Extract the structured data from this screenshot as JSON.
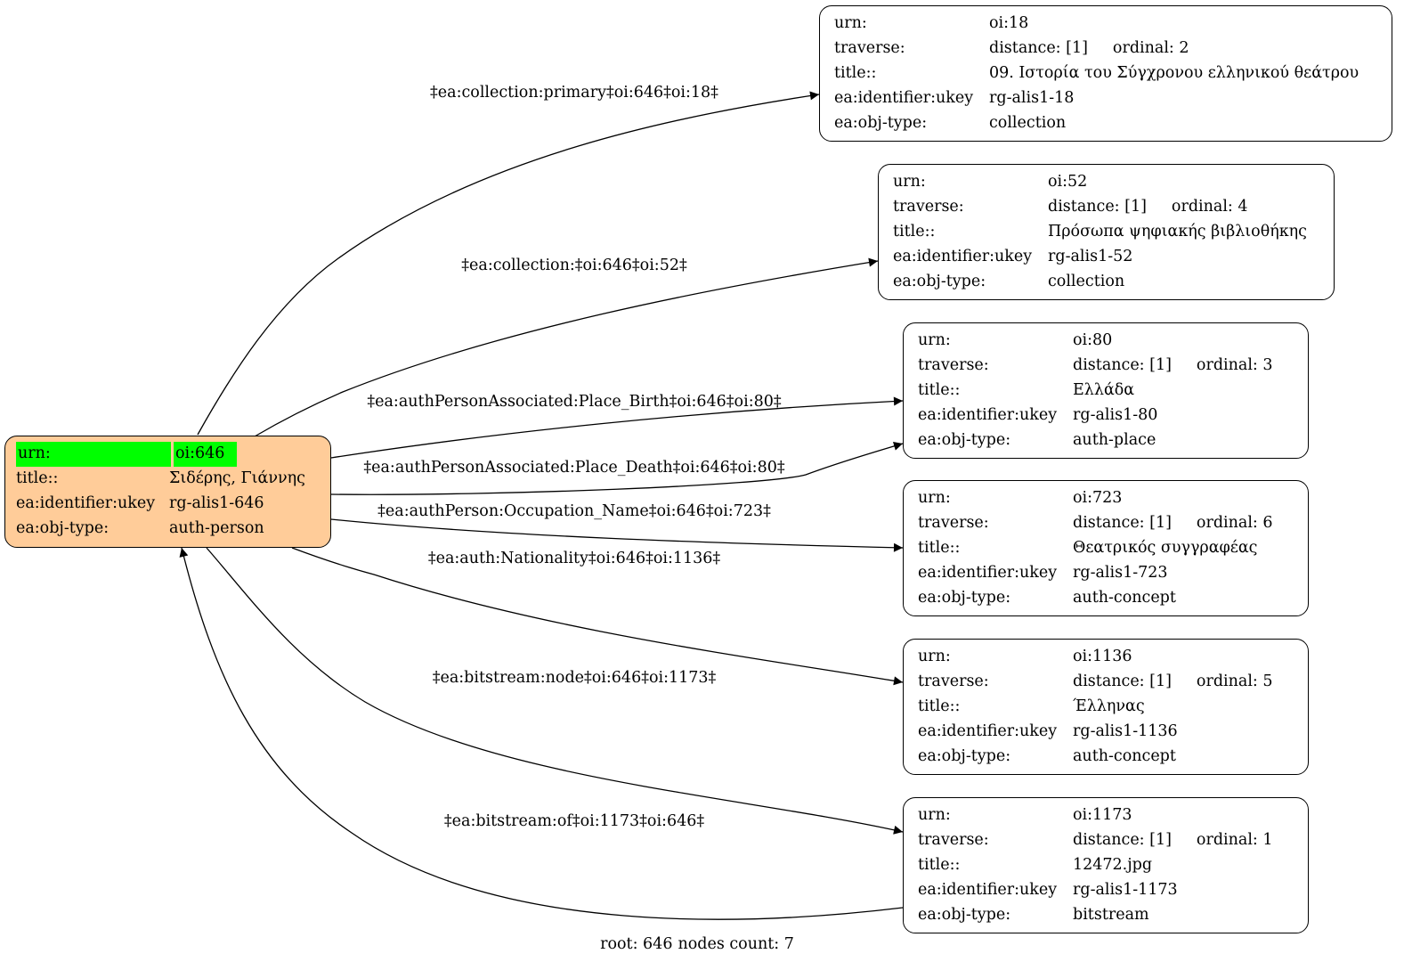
{
  "root_node": {
    "rows": [
      {
        "key": "urn:",
        "val": "oi:646"
      },
      {
        "key": "title::",
        "val": "Σιδέρης, Γιάννης"
      },
      {
        "key": "ea:identifier:ukey",
        "val": "rg-alis1-646"
      },
      {
        "key": "ea:obj-type:",
        "val": "auth-person"
      }
    ]
  },
  "nodes": [
    {
      "urn": "oi:18",
      "distance": "distance: [1]",
      "ordinal": "ordinal: 2",
      "title": "09. Ιστορία του Σύγχρονου ελληνικού θεάτρου",
      "ukey": "rg-alis1-18",
      "obj_type": "collection"
    },
    {
      "urn": "oi:52",
      "distance": "distance: [1]",
      "ordinal": "ordinal: 4",
      "title": "Πρόσωπα ψηφιακής βιβλιοθήκης",
      "ukey": "rg-alis1-52",
      "obj_type": "collection"
    },
    {
      "urn": "oi:80",
      "distance": "distance: [1]",
      "ordinal": "ordinal: 3",
      "title": "Ελλάδα",
      "ukey": "rg-alis1-80",
      "obj_type": "auth-place"
    },
    {
      "urn": "oi:723",
      "distance": "distance: [1]",
      "ordinal": "ordinal: 6",
      "title": "Θεατρικός συγγραφέας",
      "ukey": "rg-alis1-723",
      "obj_type": "auth-concept"
    },
    {
      "urn": "oi:1136",
      "distance": "distance: [1]",
      "ordinal": "ordinal: 5",
      "title": "Έλληνας",
      "ukey": "rg-alis1-1136",
      "obj_type": "auth-concept"
    },
    {
      "urn": "oi:1173",
      "distance": "distance: [1]",
      "ordinal": "ordinal: 1",
      "title": "12472.jpg",
      "ukey": "rg-alis1-1173",
      "obj_type": "bitstream"
    }
  ],
  "node_keys": {
    "urn": "urn:",
    "traverse": "traverse:",
    "title": "title::",
    "ukey": "ea:identifier:ukey",
    "obj_type": "ea:obj-type:"
  },
  "edges": [
    {
      "label": "‡ea:collection:primary‡oi:646‡oi:18‡",
      "from": "oi:646",
      "to": "oi:18"
    },
    {
      "label": "‡ea:collection:‡oi:646‡oi:52‡",
      "from": "oi:646",
      "to": "oi:52"
    },
    {
      "label": "‡ea:authPersonAssociated:Place_Birth‡oi:646‡oi:80‡",
      "from": "oi:646",
      "to": "oi:80"
    },
    {
      "label": "‡ea:authPersonAssociated:Place_Death‡oi:646‡oi:80‡",
      "from": "oi:646",
      "to": "oi:80"
    },
    {
      "label": "‡ea:authPerson:Occupation_Name‡oi:646‡oi:723‡",
      "from": "oi:646",
      "to": "oi:723"
    },
    {
      "label": "‡ea:auth:Nationality‡oi:646‡oi:1136‡",
      "from": "oi:646",
      "to": "oi:1136"
    },
    {
      "label": "‡ea:bitstream:node‡oi:646‡oi:1173‡",
      "from": "oi:646",
      "to": "oi:1173"
    },
    {
      "label": "‡ea:bitstream:of‡oi:1173‡oi:646‡",
      "from": "oi:1173",
      "to": "oi:646"
    }
  ],
  "footer": {
    "root": "root: 646",
    "count": "nodes count: 7"
  },
  "colors": {
    "root_fill": "#ffcc99",
    "highlight": "#00ff00",
    "stroke": "#000000"
  }
}
